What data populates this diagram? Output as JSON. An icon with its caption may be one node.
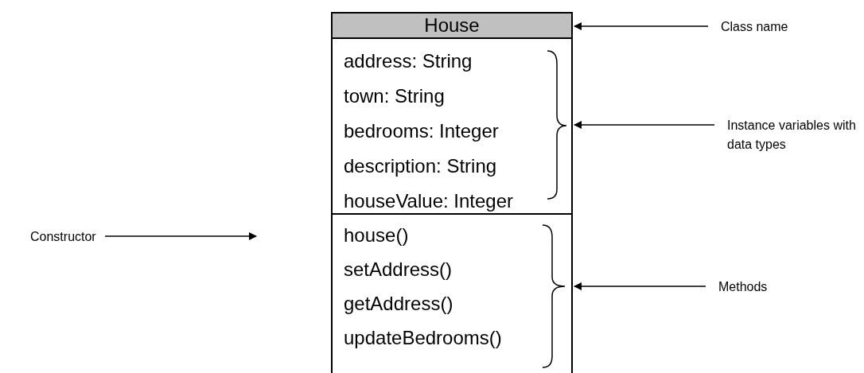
{
  "diagram": {
    "nodes": [
      {
        "text": [
          "House"
        ]
      },
      {
        "text": [
          "address: String",
          "town: String",
          "bedrooms: Integer",
          "description: String",
          "houseValue: Integer"
        ]
      },
      {
        "text": [
          "house()",
          "setAddress()",
          "getAddress()",
          "updateBedrooms()"
        ]
      },
      {
        "text": [
          "Class name"
        ]
      },
      {
        "text": [
          "Instance variables with data types"
        ]
      },
      {
        "text": [
          "Constructor"
        ]
      },
      {
        "text": [
          "Methods"
        ]
      }
    ],
    "edges": [
      {
        "from": 3,
        "to": 0,
        "arrow": "to"
      },
      {
        "from": 4,
        "to": 1,
        "arrow": "to"
      },
      {
        "from": 5,
        "to": null,
        "arrow": "to"
      },
      {
        "from": 6,
        "to": 2,
        "arrow": "to"
      }
    ]
  }
}
